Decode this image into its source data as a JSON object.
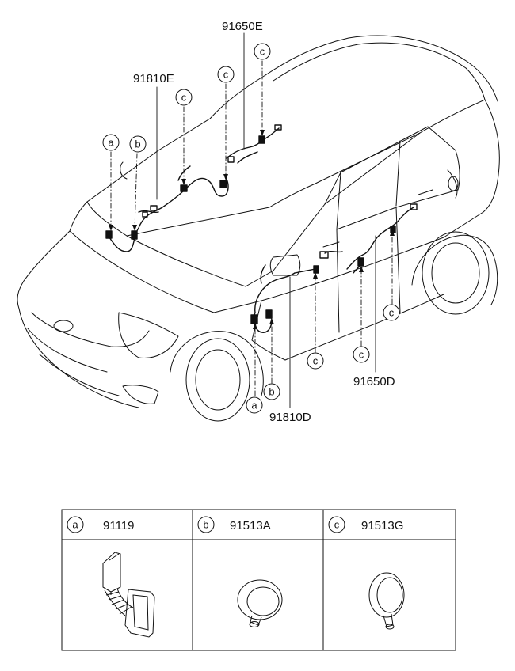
{
  "callouts": {
    "pn_91650E": "91650E",
    "pn_91810E": "91810E",
    "pn_91650D": "91650D",
    "pn_91810D": "91810D"
  },
  "markers": {
    "a": "a",
    "b": "b",
    "c": "c"
  },
  "legend": {
    "cells": [
      {
        "letter": "a",
        "part": "91119"
      },
      {
        "letter": "b",
        "part": "91513A"
      },
      {
        "letter": "c",
        "part": "91513G"
      }
    ]
  }
}
